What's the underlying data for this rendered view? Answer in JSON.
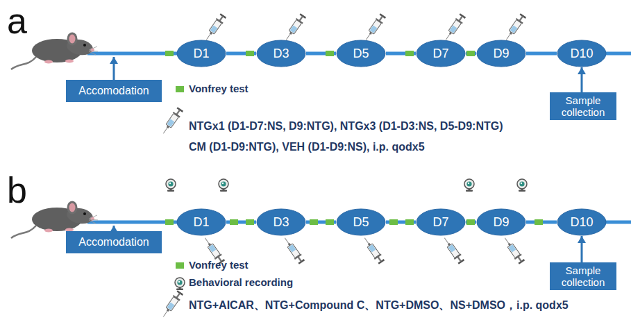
{
  "diagram": {
    "nodes": [
      {
        "text": [
          "D1"
        ]
      },
      {
        "text": [
          "D3"
        ]
      },
      {
        "text": [
          "D5"
        ]
      },
      {
        "text": [
          "D7"
        ]
      },
      {
        "text": [
          "D9"
        ]
      },
      {
        "text": [
          "D10"
        ]
      },
      {
        "text": [
          "Accomodation"
        ]
      },
      {
        "text": [
          "Sample collection"
        ]
      },
      {
        "text": [
          "D1"
        ]
      },
      {
        "text": [
          "D3"
        ]
      },
      {
        "text": [
          "D5"
        ]
      },
      {
        "text": [
          "D7"
        ]
      },
      {
        "text": [
          "D9"
        ]
      },
      {
        "text": [
          "D10"
        ]
      },
      {
        "text": [
          "Accomodation"
        ]
      },
      {
        "text": [
          "Sample collection"
        ]
      }
    ],
    "edges": [
      {
        "from": 0,
        "to": 1,
        "arrow": "none"
      },
      {
        "from": 1,
        "to": 2,
        "arrow": "none"
      },
      {
        "from": 2,
        "to": 3,
        "arrow": "none"
      },
      {
        "from": 3,
        "to": 4,
        "arrow": "none"
      },
      {
        "from": 4,
        "to": 5,
        "arrow": "none"
      },
      {
        "from": 7,
        "to": 5,
        "arrow": "to"
      },
      {
        "from": 8,
        "to": 9,
        "arrow": "none"
      },
      {
        "from": 9,
        "to": 10,
        "arrow": "none"
      },
      {
        "from": 10,
        "to": 11,
        "arrow": "none"
      },
      {
        "from": 11,
        "to": 12,
        "arrow": "none"
      },
      {
        "from": 12,
        "to": 13,
        "arrow": "none"
      },
      {
        "from": 15,
        "to": 13,
        "arrow": "to"
      }
    ],
    "labels": [
      "a",
      "b"
    ],
    "legend": [
      {
        "text": "Vonfrey test",
        "color": "#6cbd45"
      },
      {
        "text": "NTGx1 (D1-D7:NS, D9:NTG), NTGx3 (D1-D3:NS, D5-D9:NTG) CM (D1-D9:NTG), VEH (D1-D9:NS), i.p. qodx5"
      },
      {
        "text": "Vonfrey test",
        "color": "#6cbd45"
      },
      {
        "text": "Behavioral recording"
      },
      {
        "text": "NTG+AICAR、NTG+Compound C、NTG+DMSO、NS+DMSO，i.p. qodx5"
      }
    ]
  }
}
